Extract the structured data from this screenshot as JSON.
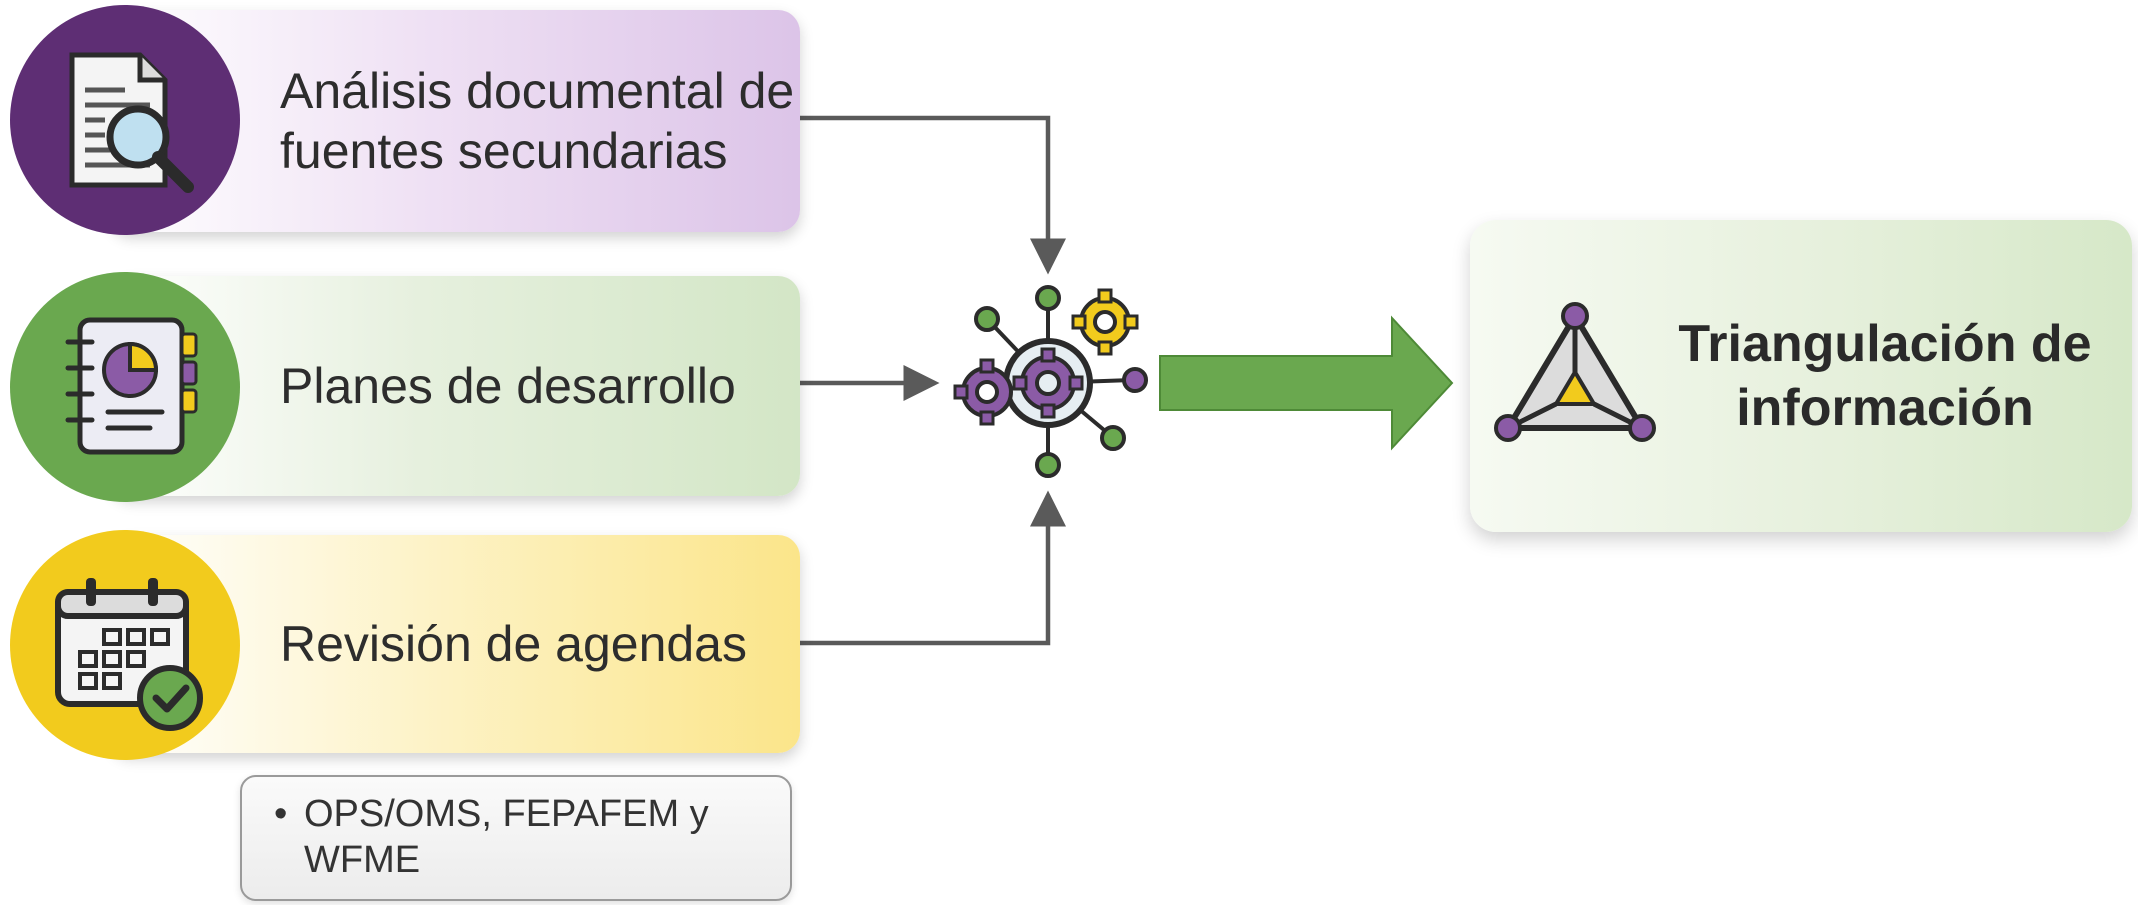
{
  "sources": [
    {
      "label": "Análisis documental de fuentes secundarias",
      "icon": "document-search-icon",
      "color": "#5e2e74"
    },
    {
      "label": "Planes de desarrollo",
      "icon": "report-notebook-icon",
      "color": "#6aa84f"
    },
    {
      "label": "Revisión de agendas",
      "icon": "calendar-check-icon",
      "color": "#f2cb1d"
    }
  ],
  "note": {
    "bullet": "•",
    "text": "OPS/OMS, FEPAFEM y WFME"
  },
  "hub": {
    "icon": "gears-network-icon"
  },
  "result": {
    "title": "Triangulación de información",
    "icon": "triangle-network-icon"
  },
  "colors": {
    "arrow_gray": "#5a5a5a",
    "arrow_green": "#6aa84f",
    "purple": "#5e2e74",
    "green": "#6aa84f",
    "yellow": "#f2cb1d"
  }
}
